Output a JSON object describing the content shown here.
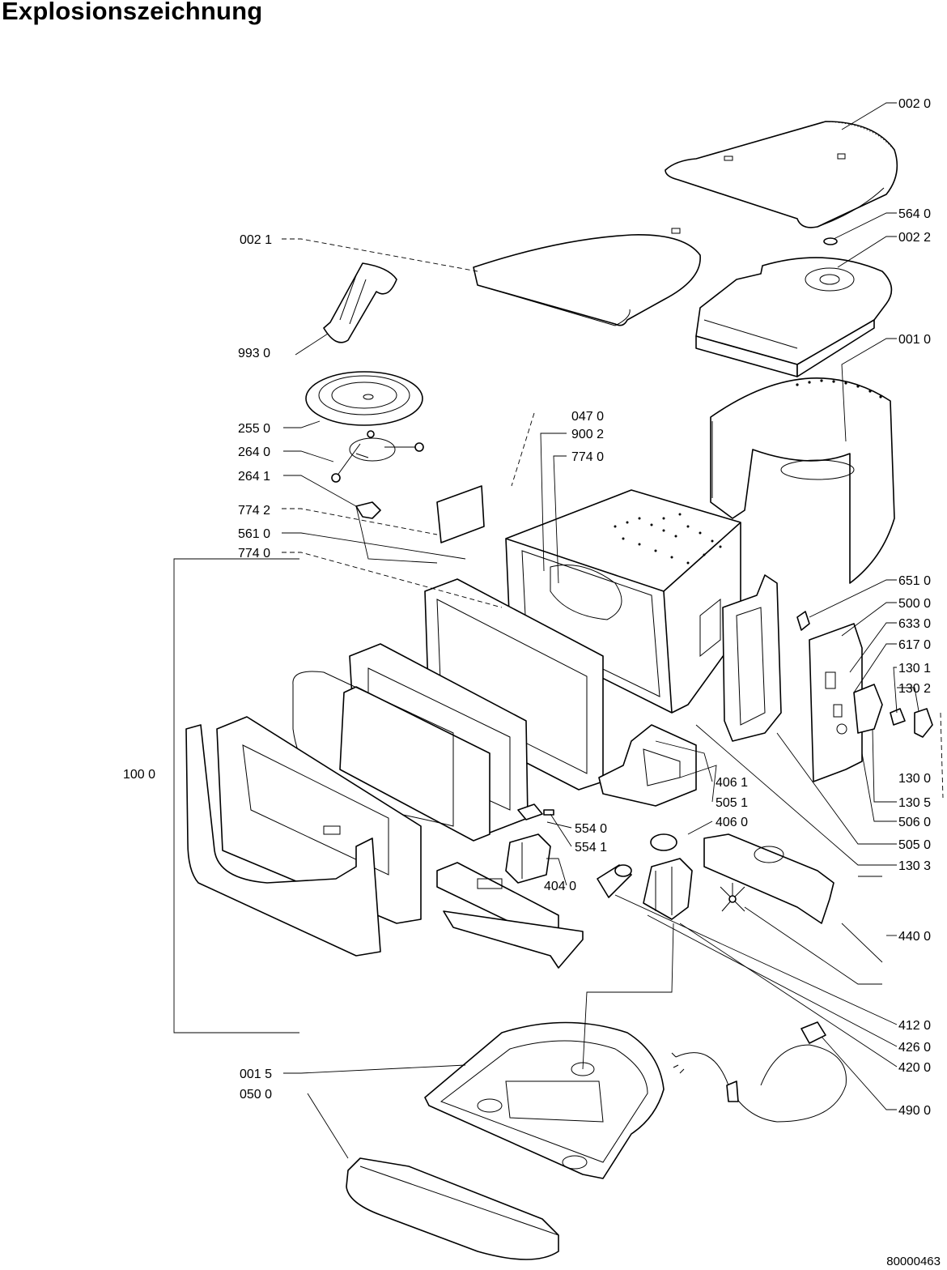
{
  "title": "Explosionszeichnung",
  "document_number": "80000463",
  "part_labels": {
    "p0020": "002 0",
    "p5640": "564 0",
    "p0022": "002 2",
    "p0021": "002 1",
    "p0010": "001 0",
    "p9930": "993 0",
    "p2550": "255 0",
    "p2640": "264 0",
    "p2641": "264 1",
    "p0470": "047 0",
    "p9002": "900 2",
    "p7740a": "774 0",
    "p7742": "774 2",
    "p5610": "561 0",
    "p7740b": "774 0",
    "p6510": "651 0",
    "p5000": "500 0",
    "p6330": "633 0",
    "p6170": "617 0",
    "p1301": "130 1",
    "p1302": "130 2",
    "p1000": "100 0",
    "p4061": "406 1",
    "p5051": "505 1",
    "p1300": "130 0",
    "p1305": "130 5",
    "p5540": "554 0",
    "p4060": "406 0",
    "p5060": "506 0",
    "p5541": "554 1",
    "p5050": "505 0",
    "p4040": "404 0",
    "p1303": "130 3",
    "p4400": "440 0",
    "p4120": "412 0",
    "p4260": "426 0",
    "p4200": "420 0",
    "p0015": "001 5",
    "p0500": "050 0",
    "p4900": "490 0"
  }
}
